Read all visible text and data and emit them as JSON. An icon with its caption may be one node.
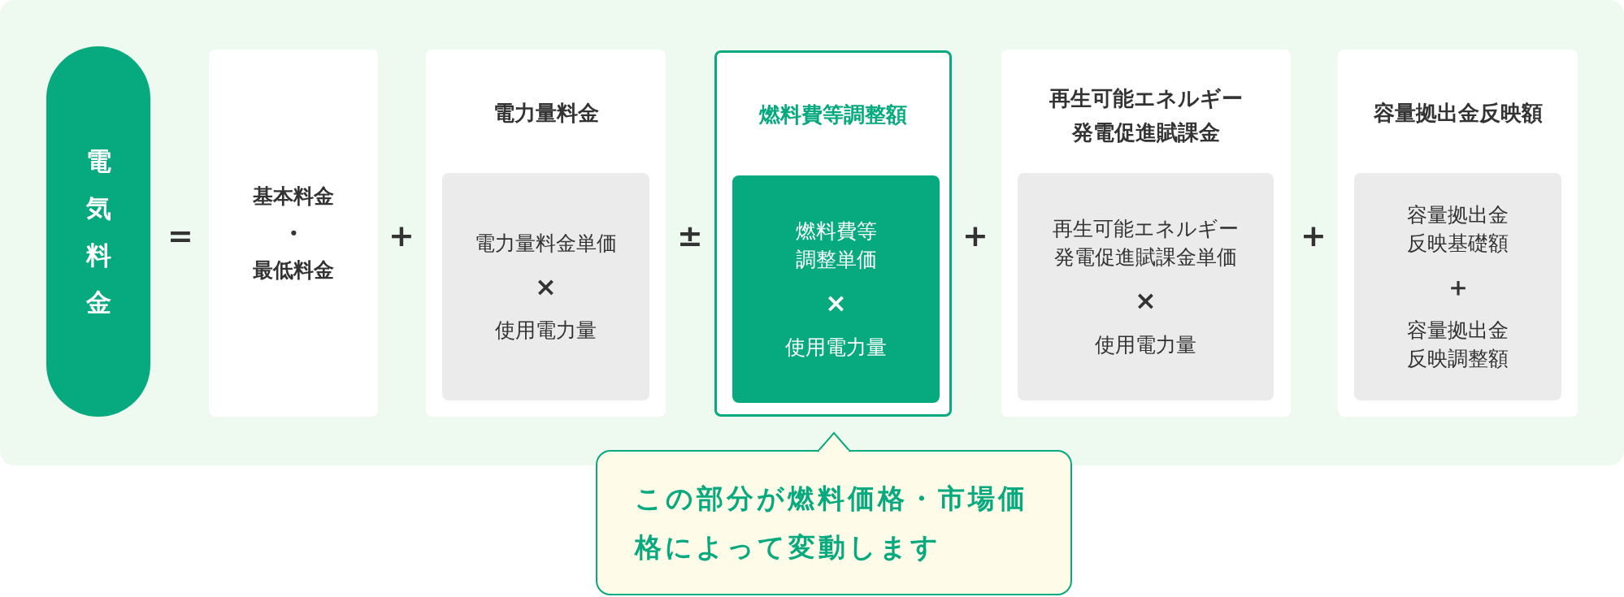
{
  "diagram": {
    "nodes": [
      {
        "text": [
          "電気料金"
        ]
      },
      {
        "text": [
          "基本料金",
          "・",
          "最低料金"
        ]
      },
      {
        "text": [
          "電力量料金"
        ]
      },
      {
        "text": [
          "電力量料金単価",
          "×",
          "使用電力量"
        ],
        "in": 2
      },
      {
        "text": [
          "燃料費等調整額"
        ]
      },
      {
        "text": [
          "燃料費等調整単価",
          "×",
          "使用電力量"
        ],
        "in": 4
      },
      {
        "text": [
          "再生可能エネルギー発電促進賦課金"
        ]
      },
      {
        "text": [
          "再生可能エネルギー発電促進賦課金単価",
          "×",
          "使用電力量"
        ],
        "in": 6
      },
      {
        "text": [
          "容量拠出金反映額"
        ]
      },
      {
        "text": [
          "容量拠出金反映基礎額",
          "＋",
          "容量拠出金反映調整額"
        ],
        "in": 8
      },
      {
        "text": [
          "この部分が燃料価格・市場価格によって変動します"
        ]
      }
    ],
    "labels": [
      "=",
      "+",
      "±",
      "+",
      "+"
    ]
  }
}
